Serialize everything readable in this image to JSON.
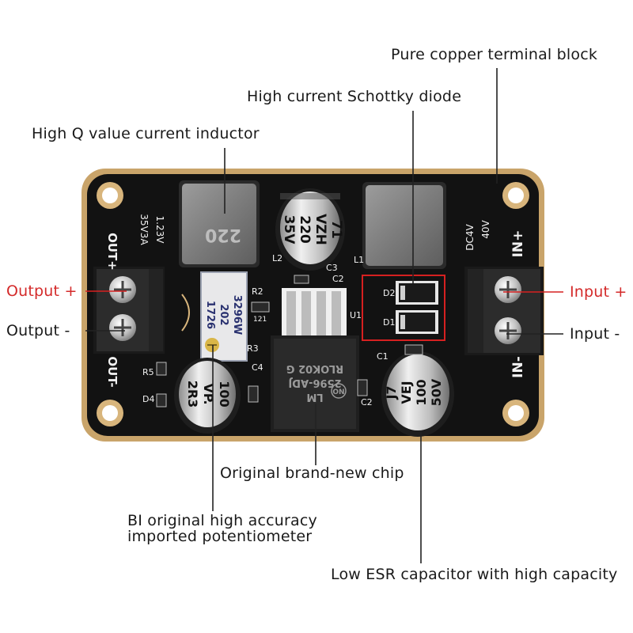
{
  "callouts": {
    "terminal_block": "Pure copper terminal block",
    "schottky_diode": "High current Schottky diode",
    "inductor": "High Q value current inductor",
    "output_plus": "Output +",
    "output_minus": "Output -",
    "input_plus": "Input +",
    "input_minus": "Input -",
    "chip": "Original brand-new chip",
    "potentiometer_line1": "BI original high accuracy",
    "potentiometer_line2": "imported potentiometer",
    "capacitor": "Low ESR capacitor with high capacity"
  },
  "board": {
    "out_plus": "OUT+",
    "out_minus": "OUT-",
    "in_plus": "IN+",
    "in_minus": "IN-",
    "out_spec_1": "1.23V",
    "out_spec_2": "35V3A",
    "in_spec_1": "DC4V",
    "in_spec_2": "40V",
    "inductor_left_code": "220",
    "cap_top_1": "71",
    "cap_top_2": "VZH",
    "cap_top_3": "220",
    "cap_top_4": "35V",
    "chip_1": "LM",
    "chip_2": "2596-ADJ",
    "chip_3": "RLOK02 G",
    "chip_logo": "ON",
    "cap_right_1": "J7",
    "cap_right_2": "VEJ",
    "cap_right_3": "100",
    "cap_right_4": "50V",
    "cap_left_1": "100",
    "cap_left_2": "VP.",
    "cap_left_3": "2R3",
    "pot_1": "3296W",
    "pot_2": "202",
    "pot_3": "1726",
    "ref_l1": "L1",
    "ref_l2": "L2",
    "ref_c1": "C1",
    "ref_c2": "C2",
    "ref_c3": "C3",
    "ref_c4": "C4",
    "ref_d1": "D1",
    "ref_d2": "D2",
    "ref_d4": "D4",
    "ref_r2": "R2",
    "ref_r3": "R3",
    "ref_r5": "R5",
    "ref_u1": "U1",
    "ref_r1": "121"
  },
  "colors": {
    "pcb": "#121212",
    "pcb_edge": "#c9a46a",
    "highlight_box": "#d62020",
    "red_text": "#d42a2a"
  },
  "icons": [
    "screw-icon",
    "mounting-hole-icon"
  ]
}
